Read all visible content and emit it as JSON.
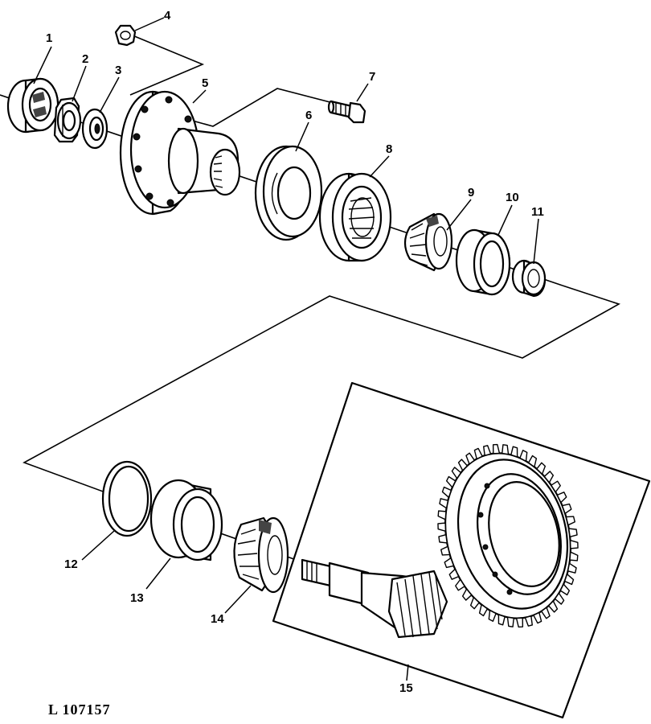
{
  "callouts": [
    {
      "id": "1",
      "label": "1",
      "part": "outer seal"
    },
    {
      "id": "2",
      "label": "2",
      "part": "nut"
    },
    {
      "id": "3",
      "label": "3",
      "part": "washer"
    },
    {
      "id": "4",
      "label": "4",
      "part": "lock nut"
    },
    {
      "id": "5",
      "label": "5",
      "part": "flange coupling"
    },
    {
      "id": "6",
      "label": "6",
      "part": "shield disc"
    },
    {
      "id": "7",
      "label": "7",
      "part": "bolt"
    },
    {
      "id": "8",
      "label": "8",
      "part": "bearing cup with seal"
    },
    {
      "id": "9",
      "label": "9",
      "part": "taper roller bearing cone"
    },
    {
      "id": "10",
      "label": "10",
      "part": "bearing cup"
    },
    {
      "id": "11",
      "label": "11",
      "part": "spacer collar"
    },
    {
      "id": "12",
      "label": "12",
      "part": "shim"
    },
    {
      "id": "13",
      "label": "13",
      "part": "bearing cup"
    },
    {
      "id": "14",
      "label": "14",
      "part": "taper roller bearing cone"
    },
    {
      "id": "15",
      "label": "15",
      "part": "ring gear and pinion set"
    }
  ],
  "figure_id": "L 107157"
}
